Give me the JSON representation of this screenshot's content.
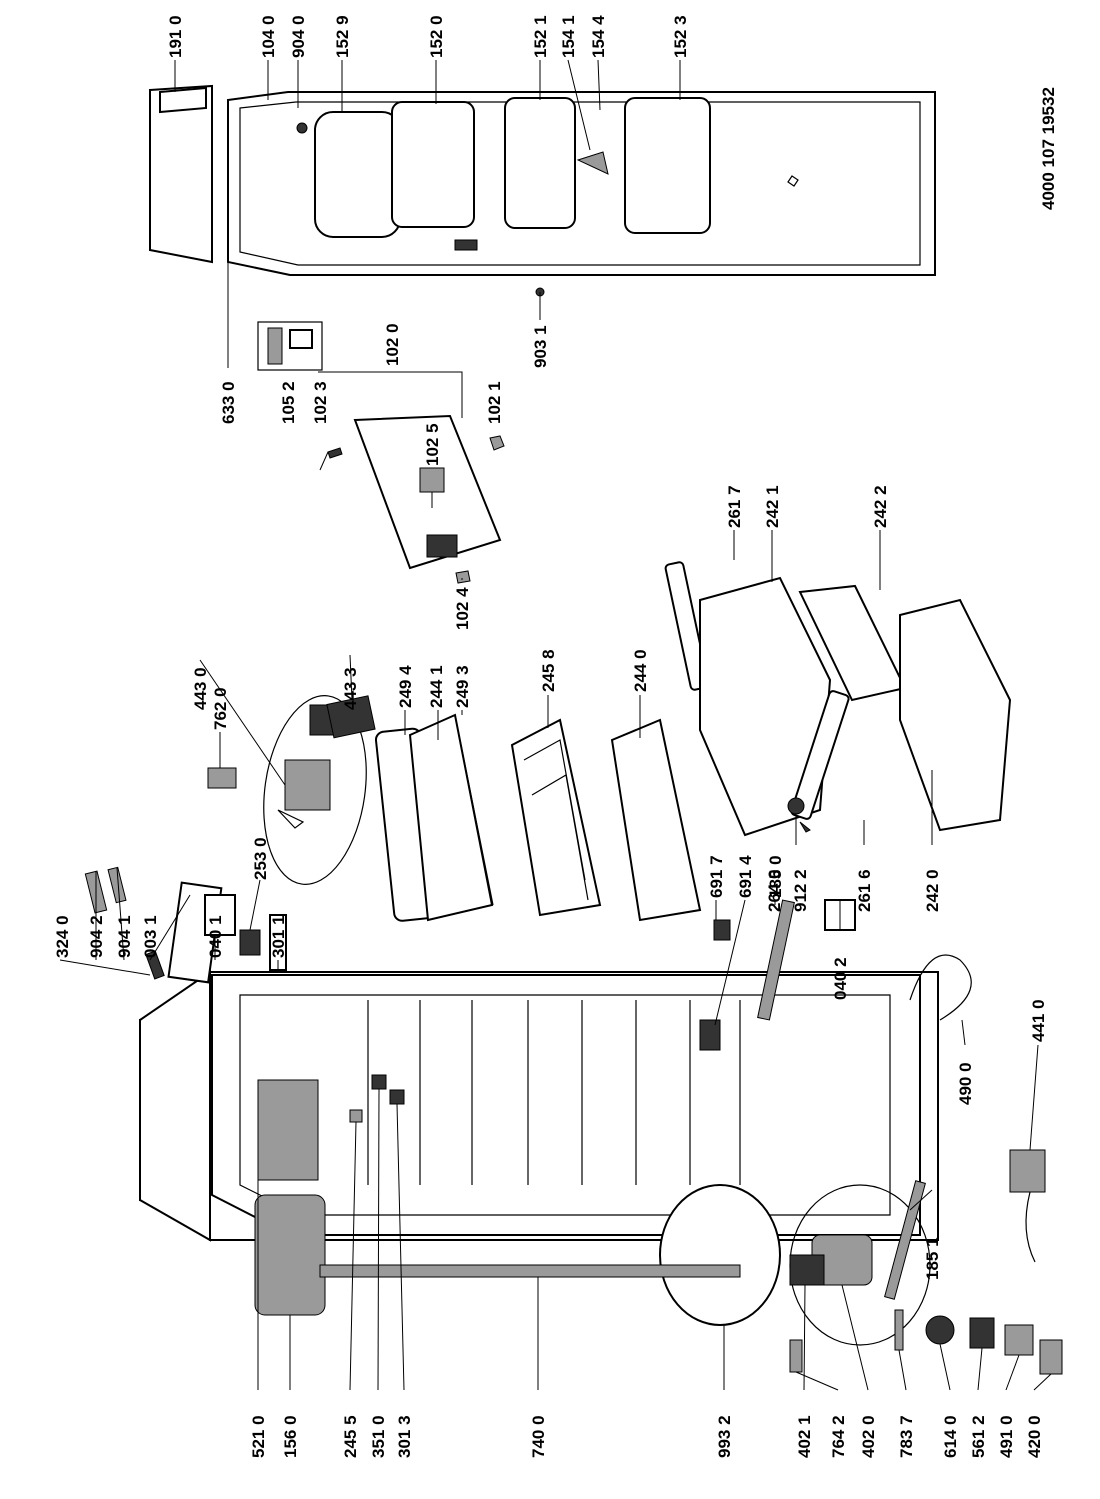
{
  "document_code": "4000 107 19532",
  "parts": {
    "p1910": "191 0",
    "p1040": "104 0",
    "p9040": "904 0",
    "p1529": "152 9",
    "p1520": "152 0",
    "p1521": "152 1",
    "p1541": "154 1",
    "p1544": "154 4",
    "p1523": "152 3",
    "p9031": "903 1",
    "p6330": "633 0",
    "p1052": "105 2",
    "p1020": "102 0",
    "p1023": "102 3",
    "p1025": "102 5",
    "p1021": "102 1",
    "p1024": "102 4",
    "p4430": "443 0",
    "p4433": "443 3",
    "p7620": "762 0",
    "p2494": "249 4",
    "p2441": "244 1",
    "p2493": "249 3",
    "p2458": "245 8",
    "p2440": "244 0",
    "p2617": "261 7",
    "p2421": "242 1",
    "p2422": "242 2",
    "p2640": "264 0",
    "p9122": "912 2",
    "p2616": "261 6",
    "p2420": "242 0",
    "p3240": "324 0",
    "p9042": "904 2",
    "p9041": "904 1",
    "p0031": "003 1",
    "p0401": "040 1",
    "p2530": "253 0",
    "p3011": "301 1",
    "p6917": "691 7",
    "p6914": "691 4",
    "p1850": "185 0",
    "p0402": "040 2",
    "p4410": "441 0",
    "p4900": "490 0",
    "p1851": "185 1",
    "p5210": "521 0",
    "p1560": "156 0",
    "p2455": "245 5",
    "p3510": "351 0",
    "p3013": "301 3",
    "p7400": "740 0",
    "p9932": "993 2",
    "p4021": "402 1",
    "p7642": "764 2",
    "p4020": "402 0",
    "p7837": "783 7",
    "p6140": "614 0",
    "p5612": "561 2",
    "p4910": "491 0",
    "p4200": "420 0"
  }
}
